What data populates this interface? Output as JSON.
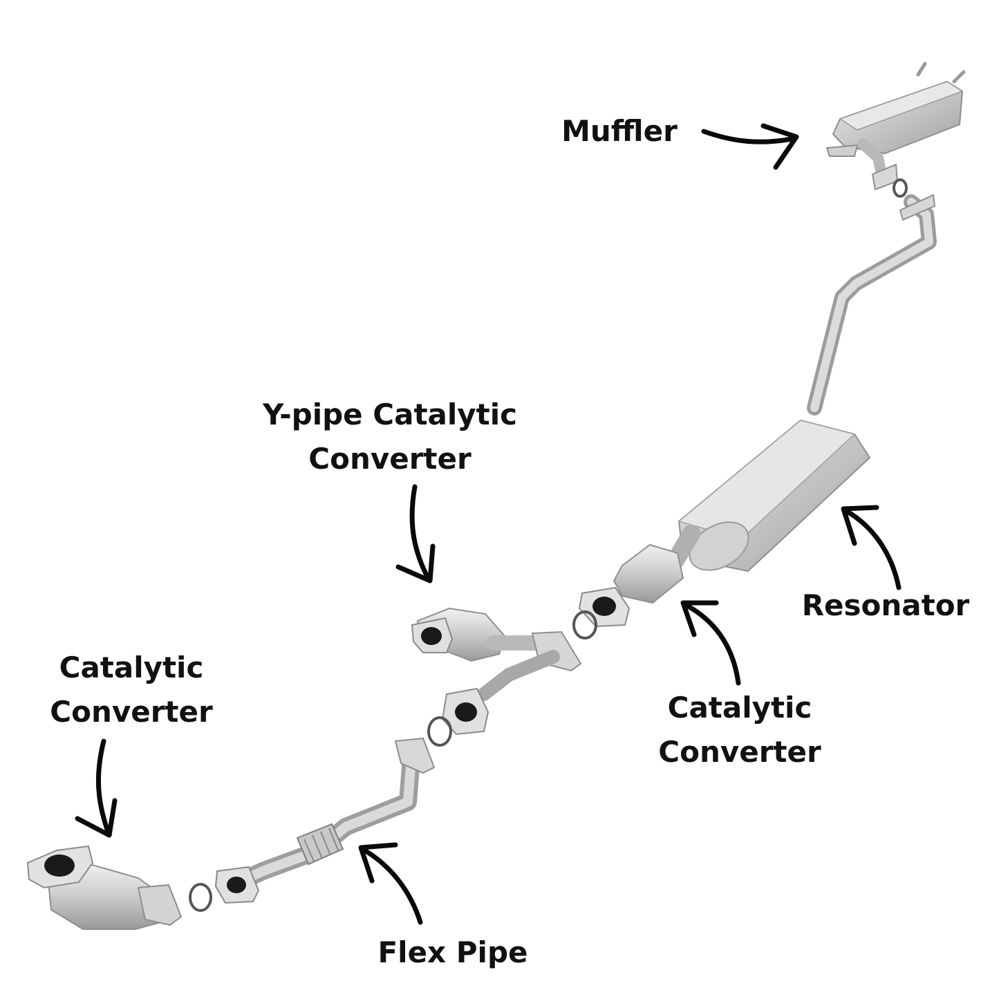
{
  "labels": {
    "muffler": [
      "Muffler"
    ],
    "y_pipe": [
      "Y-pipe Catalytic",
      "Converter"
    ],
    "resonator": [
      "Resonator"
    ],
    "cat_left": [
      "Catalytic",
      "Converter"
    ],
    "cat_right": [
      "Catalytic",
      "Converter"
    ],
    "flex_pipe": [
      "Flex Pipe"
    ]
  },
  "colors": {
    "text": "#111111",
    "arrow": "#0a0a0a",
    "metal_light": "#e4e4e4",
    "metal_mid": "#c2c2c2",
    "metal_dark": "#8e8e8e",
    "background": "#ffffff"
  }
}
